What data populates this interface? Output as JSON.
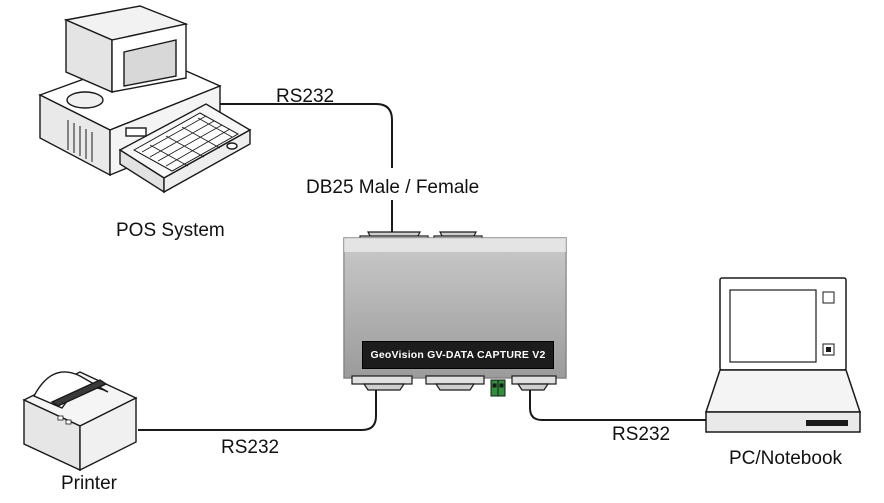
{
  "labels": {
    "rs232_top": "RS232",
    "db25": "DB25 Male / Female",
    "pos_system": "POS System",
    "rs232_left": "RS232",
    "printer": "Printer",
    "rs232_right": "RS232",
    "pc_notebook": "PC/Notebook"
  },
  "device": {
    "name": "GeoVision GV-DATA CAPTURE V2"
  },
  "colors": {
    "line": "#1a1a1a",
    "device_top": "#d8d8d8",
    "device_face": "#9a9a9a",
    "label_band": "#1c1c1c",
    "terminal": "#2f8f3a"
  }
}
